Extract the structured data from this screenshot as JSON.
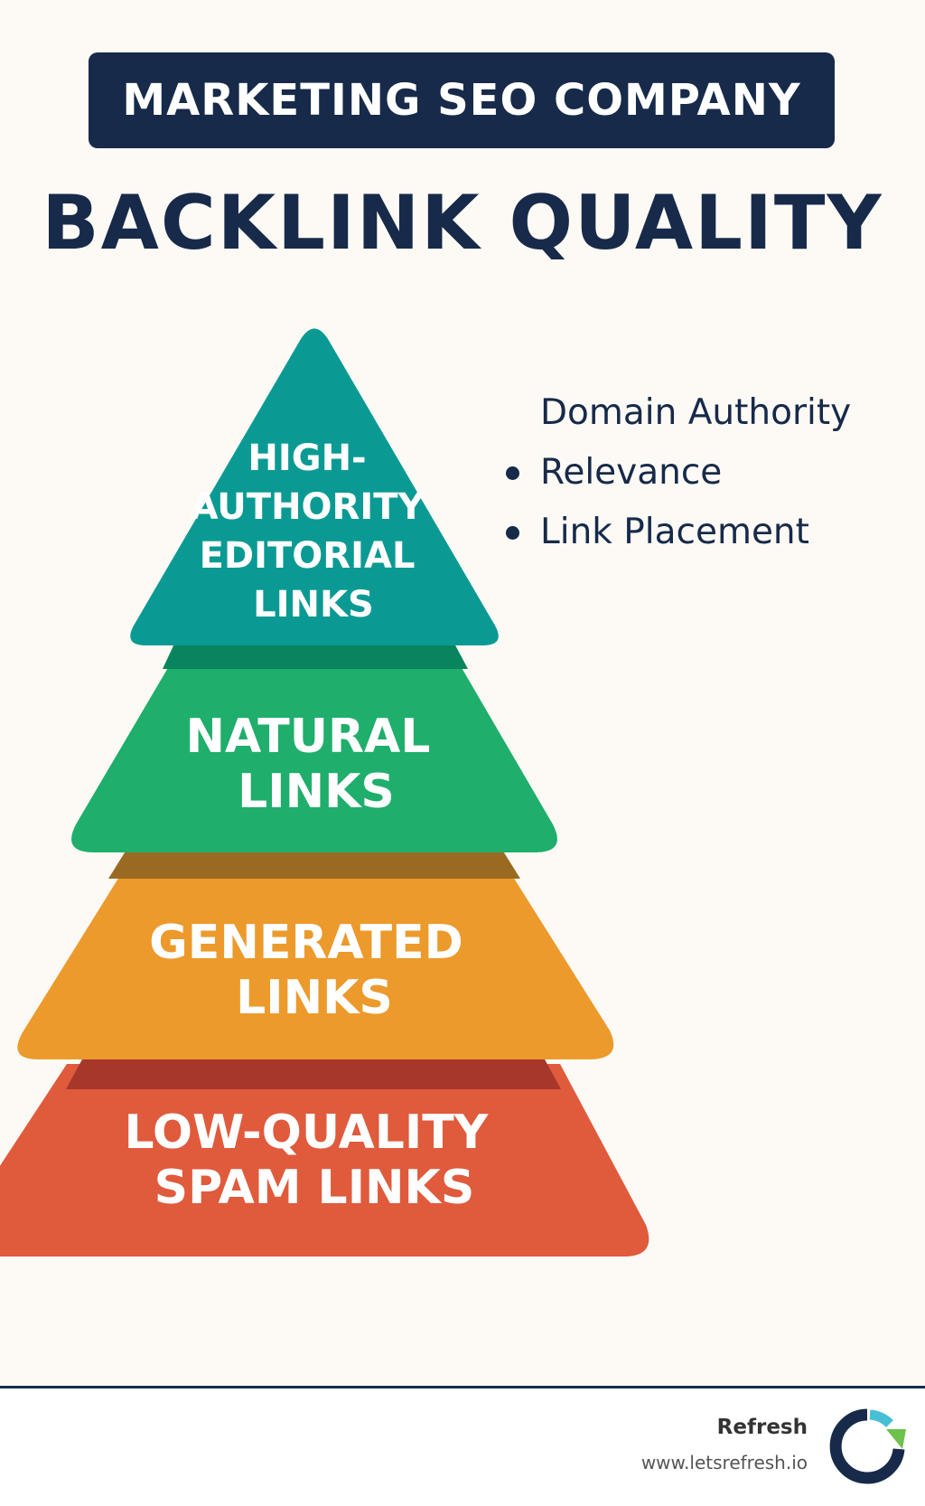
{
  "header": {
    "banner_text": "MARKETING SEO COMPANY",
    "title": "BACKLINK QUALITY"
  },
  "pyramid": {
    "tiers": [
      {
        "lines": [
          "HIGH-",
          "AUTHORITY",
          "EDITORIAL",
          "LINKS"
        ],
        "color": "#0a9a93",
        "band_color": "#08845f"
      },
      {
        "lines": [
          "NATURAL",
          "LINKS"
        ],
        "color": "#1fae6b",
        "band_color": "#9b6a22"
      },
      {
        "lines": [
          "GENERATED",
          "LINKS"
        ],
        "color": "#ec9a2c",
        "band_color": "#a7372b"
      },
      {
        "lines": [
          "LOW-QUALITY",
          "SPAM LINKS"
        ],
        "color": "#e05a3c"
      }
    ]
  },
  "criteria": {
    "items": [
      {
        "label": "Domain Authority",
        "bullet": false
      },
      {
        "label": "Relevance",
        "bullet": true
      },
      {
        "label": "Link Placement",
        "bullet": true
      }
    ]
  },
  "footer": {
    "brand_name": "Refresh",
    "brand_url": "www.letsrefresh.io",
    "logo_icon": "refresh-logo-icon",
    "logo_colors": [
      "#172a4a",
      "#47c0d6",
      "#6cc24a"
    ]
  }
}
